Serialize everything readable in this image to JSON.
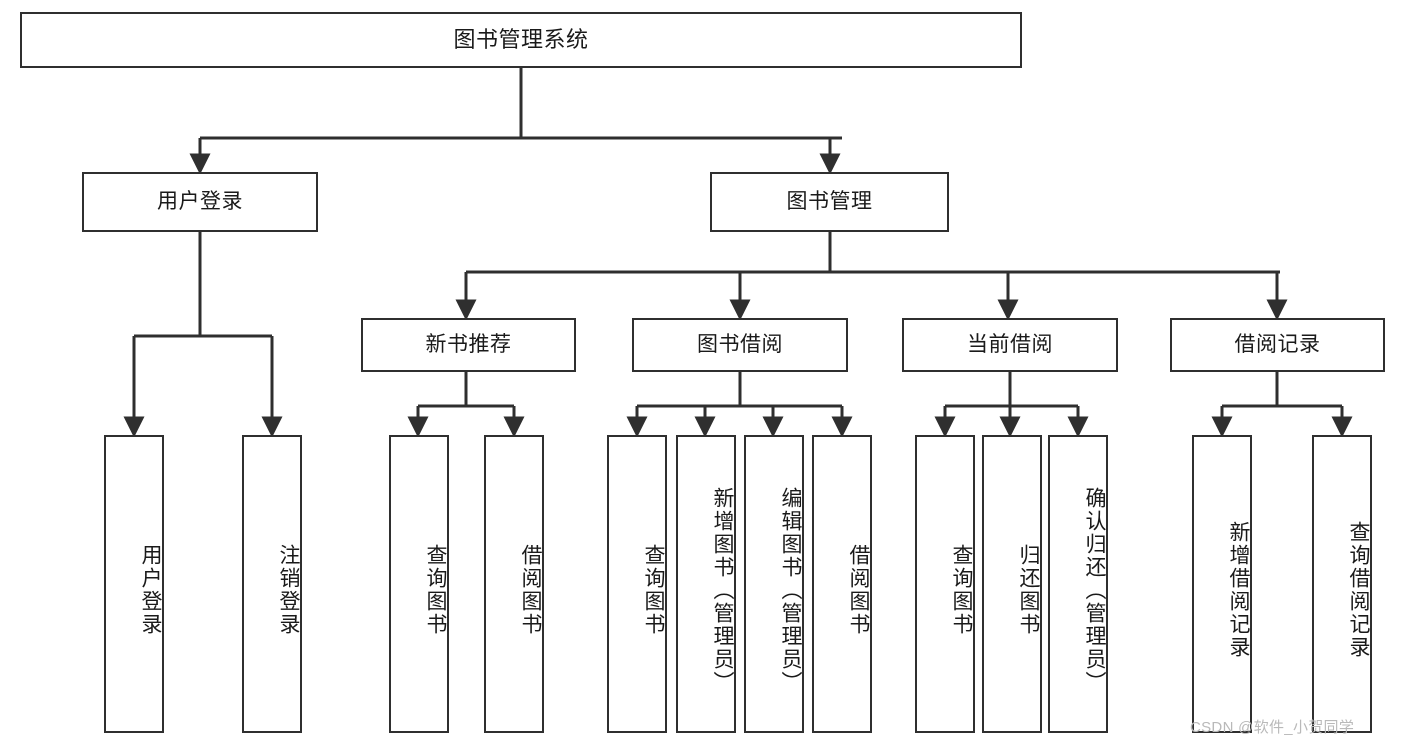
{
  "diagram": {
    "title": "图书管理系统",
    "type": "tree-hierarchy-diagram",
    "watermark": "CSDN @软件_小贺同学",
    "colors": {
      "stroke": "#2f2f2f",
      "fill": "#ffffff",
      "text": "#1a1a1a",
      "watermark": "#b9b9b9"
    },
    "levels": {
      "root": {
        "label": "图书管理系统"
      },
      "level2": [
        {
          "id": "user-login",
          "label": "用户登录"
        },
        {
          "id": "book-management",
          "label": "图书管理"
        }
      ],
      "level3": [
        {
          "id": "new-book-recommend",
          "label": "新书推荐"
        },
        {
          "id": "book-borrow",
          "label": "图书借阅"
        },
        {
          "id": "current-borrow",
          "label": "当前借阅"
        },
        {
          "id": "borrow-record",
          "label": "借阅记录"
        }
      ],
      "leaves": {
        "user-login": [
          {
            "id": "leaf-user-login",
            "label": "用户登录"
          },
          {
            "id": "leaf-user-logout",
            "label": "注销登录"
          }
        ],
        "new-book-recommend": [
          {
            "id": "leaf-query-book-1",
            "label": "查询图书"
          },
          {
            "id": "leaf-borrow-book-1",
            "label": "借阅图书"
          }
        ],
        "book-borrow": [
          {
            "id": "leaf-query-book-2",
            "label": "查询图书"
          },
          {
            "id": "leaf-add-book",
            "label": "新增图书（管理员）"
          },
          {
            "id": "leaf-edit-book",
            "label": "编辑图书（管理员）"
          },
          {
            "id": "leaf-borrow-book-2",
            "label": "借阅图书"
          }
        ],
        "current-borrow": [
          {
            "id": "leaf-query-book-3",
            "label": "查询图书"
          },
          {
            "id": "leaf-return-book",
            "label": "归还图书"
          },
          {
            "id": "leaf-confirm-return",
            "label": "确认归还（管理员）"
          }
        ],
        "borrow-record": [
          {
            "id": "leaf-add-record",
            "label": "新增借阅记录"
          },
          {
            "id": "leaf-query-record",
            "label": "查询借阅记录"
          }
        ]
      }
    }
  }
}
